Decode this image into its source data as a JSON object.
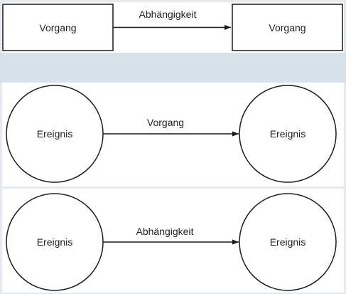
{
  "diagram_1": {
    "left_node": "Vorgang",
    "edge_label": "Abhängigkeit",
    "right_node": "Vorgang"
  },
  "diagram_2": {
    "left_node": "Ereignis",
    "edge_label": "Vorgang",
    "right_node": "Ereignis"
  },
  "diagram_3": {
    "left_node": "Ereignis",
    "edge_label": "Abhängigkeit",
    "right_node": "Ereignis"
  },
  "colors": {
    "background": "#e4e9f0",
    "band": "#d8e0ea",
    "panel": "#ffffff",
    "stroke": "#1a1a1a"
  }
}
